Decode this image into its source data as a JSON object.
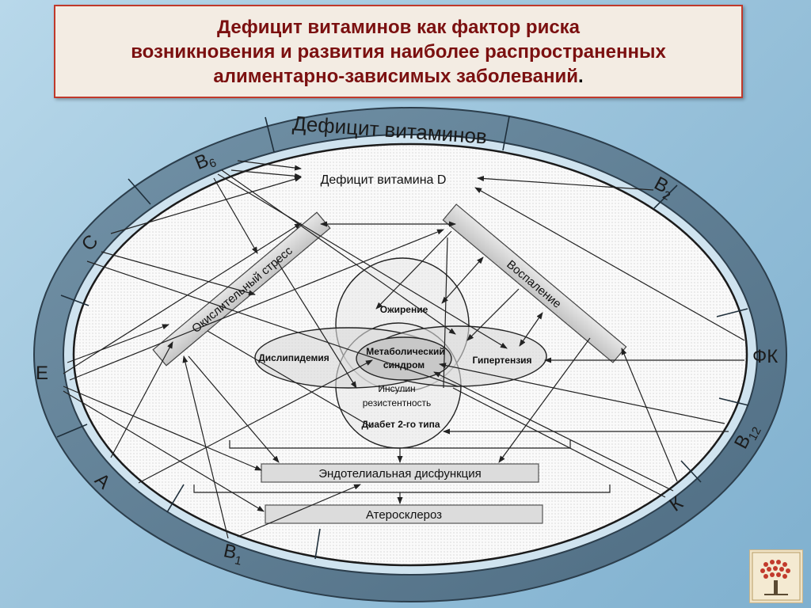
{
  "title": {
    "line1": "Дефицит витаминов как фактор риска",
    "line2": "возникновения и развития наиболее распространенных",
    "line3": "алиментарно-зависимых заболеваний",
    "period": "."
  },
  "ring": {
    "header": "Дефицит витаминов",
    "vitamins": {
      "b6": "В",
      "b6_sub": "6",
      "c": "С",
      "e": "Е",
      "a": "А",
      "b1": "В",
      "b1_sub": "1",
      "b2": "В",
      "b2_sub": "2",
      "fk": "ФК",
      "b12": "В",
      "b12_sub": "12",
      "k": "К"
    }
  },
  "nodes": {
    "vitd": "Дефицит витамина D",
    "oxidative": "Окислительный стресс",
    "inflammation": "Воспаление",
    "obesity": "Ожирение",
    "metabolic_line1": "Метаболический",
    "metabolic_line2": "синдром",
    "dyslipidemia": "Дислипидемия",
    "hypertension": "Гипертензия",
    "insulin_line1": "Инсулин",
    "insulin_line2": "резистентность",
    "diabetes": "Диабет 2-го типа",
    "endothelial": "Эндотелиальная дисфункция",
    "atherosclerosis": "Атеросклероз"
  },
  "colors": {
    "title_text": "#7b1010",
    "title_border": "#c0392b",
    "ring_fill": "#5f7e94",
    "inner_fill": "#f7f7f7"
  }
}
